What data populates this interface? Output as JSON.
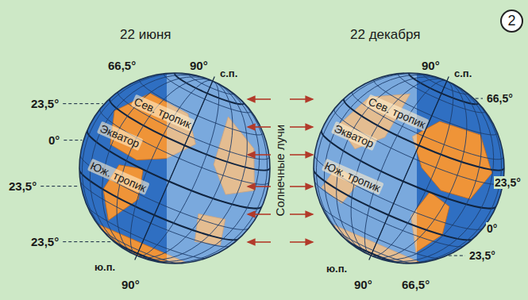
{
  "diagram": {
    "nodes": [
      {
        "text": [
          "2"
        ]
      }
    ],
    "labels": [
      "22 июня",
      "66,5°",
      "90°",
      "с.п.",
      "23,5°",
      "0°",
      "23,5°",
      "23,5°",
      "ю.п.",
      "90°",
      "Сев. тропик",
      "Экватор",
      "Юж. тропик",
      "Солнечные лучи",
      "22 декабря",
      "90°",
      "с.п.",
      "66,5°",
      "23,5°",
      "0°",
      "23,5°",
      "ю.п.",
      "90°",
      "66,5°",
      "Сев. тропик",
      "Экватор",
      "Юж. тропик"
    ]
  }
}
